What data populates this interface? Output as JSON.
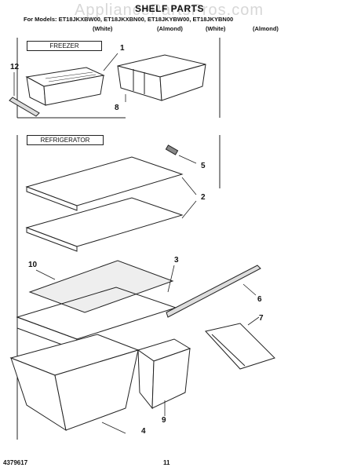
{
  "title": "SHELF PARTS",
  "watermark": "AppliancePartsPros.com",
  "models_line": "For Models: ET18JKXBW00, ET18JKXBN00, ET18JKYBW00, ET18JKYBN00",
  "colors": [
    "(White)",
    "(Almond)",
    "(White)",
    "(Almond)"
  ],
  "sections": {
    "freezer": "FREEZER",
    "refrigerator": "REFRIGERATOR"
  },
  "callouts": [
    "1",
    "12",
    "8",
    "5",
    "2",
    "3",
    "10",
    "6",
    "7",
    "4",
    "9"
  ],
  "footer": {
    "part_number": "4379617",
    "page_number": "11"
  }
}
